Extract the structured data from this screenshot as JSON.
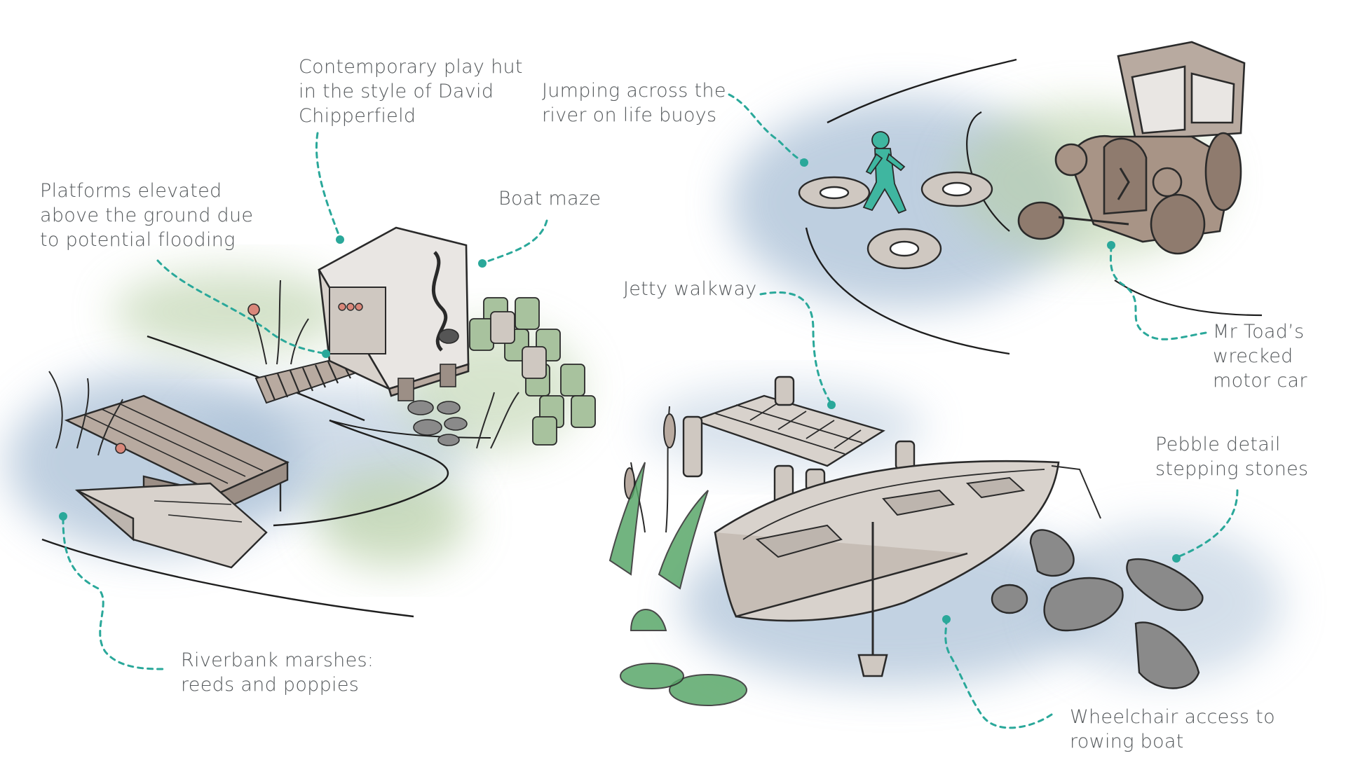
{
  "colors": {
    "leader": "#2aa89a",
    "text": "#55595c",
    "water": "#a9bfd6",
    "grass": "#b7cfa6",
    "wood": "#b8aaa0",
    "stone": "#8a8a8a",
    "figure": "#3fb6a0",
    "boat": "#d8d2cc",
    "reed": "#5aa86a"
  },
  "annotations": [
    {
      "id": "platforms",
      "lines": [
        "Platforms elevated",
        "above the ground due",
        "to potential flooding"
      ]
    },
    {
      "id": "play-hut",
      "lines": [
        "Contemporary play hut",
        "in the style of David",
        "Chipperfield"
      ]
    },
    {
      "id": "boat-maze",
      "lines": [
        "Boat maze"
      ]
    },
    {
      "id": "life-buoys",
      "lines": [
        "Jumping across the",
        "river on life buoys"
      ]
    },
    {
      "id": "jetty",
      "lines": [
        "Jetty walkway"
      ]
    },
    {
      "id": "mr-toad",
      "lines": [
        "Mr Toad’s",
        "wrecked",
        "motor car"
      ]
    },
    {
      "id": "pebbles",
      "lines": [
        "Pebble detail",
        "stepping stones"
      ]
    },
    {
      "id": "marshes",
      "lines": [
        "Riverbank marshes:",
        "reeds and poppies"
      ]
    },
    {
      "id": "wheelchair",
      "lines": [
        "Wheelchair access to",
        "rowing boat"
      ]
    }
  ],
  "icons": {
    "scene_left": "play-hut-and-platform-sketch",
    "scene_topright": "river-with-buoys-and-car-sketch",
    "scene_bottomright": "jetty-and-rowing-boat-sketch"
  }
}
